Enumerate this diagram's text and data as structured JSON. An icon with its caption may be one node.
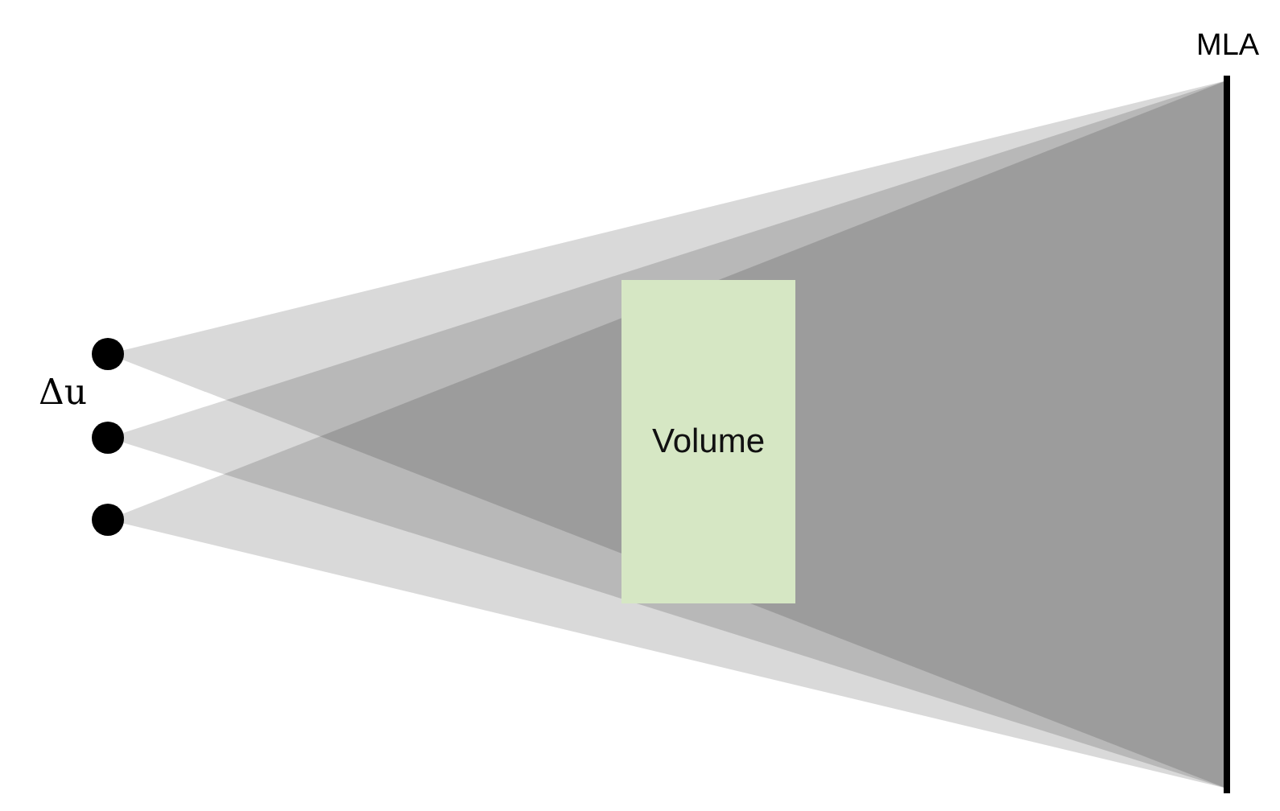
{
  "diagram": {
    "nodes": [
      {
        "text": [
          "Volume"
        ]
      }
    ],
    "edges": [],
    "labels": [
      "MLA",
      "Δu"
    ]
  }
}
